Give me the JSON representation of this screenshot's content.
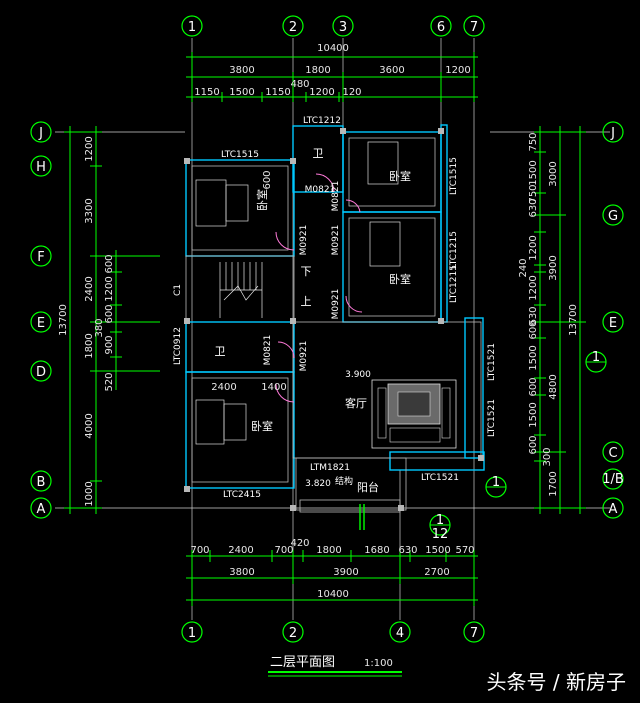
{
  "grid": {
    "top": [
      "1",
      "2",
      "3",
      "6",
      "7"
    ],
    "bottom": [
      "1",
      "2",
      "4",
      "7"
    ],
    "left": [
      "J",
      "H",
      "F",
      "E",
      "D",
      "B",
      "A"
    ],
    "right": [
      "J",
      "G",
      "E",
      "1",
      "C",
      "A"
    ],
    "right_sub": [
      "1/B"
    ],
    "right_row1_sub": "1",
    "bottom_sub": "12"
  },
  "dims_top": {
    "total": "10400",
    "row2": [
      "3800",
      "1800",
      "3600",
      "1200"
    ],
    "row3": [
      "1150",
      "1500",
      "1150",
      "480",
      "1200",
      "120"
    ]
  },
  "dims_bottom": {
    "row1": [
      "700",
      "2400",
      "700",
      "420",
      "1800",
      "1680",
      "630",
      "1500",
      "570"
    ],
    "row2": [
      "3800",
      "3900",
      "2700"
    ],
    "total": "10400"
  },
  "dims_left": {
    "outer": [
      "1200",
      "3300",
      "2400",
      "1800",
      "4000",
      "1000"
    ],
    "inner": [
      "600",
      "1200",
      "600",
      "380",
      "900",
      "520"
    ],
    "total": "13700"
  },
  "dims_right": {
    "inner": [
      "750",
      "1500",
      "630",
      "750",
      "1200",
      "240",
      "1200",
      "630",
      "600",
      "1500",
      "600",
      "1500",
      "600",
      "300"
    ],
    "outer": [
      "3000",
      "3900",
      "4800",
      "1700"
    ],
    "total": "13700"
  },
  "labels": {
    "ltc1212": "LTC1212",
    "ltc1515_left": "LTC1515",
    "ltc1515_right": "LTC1515",
    "ltc1215_a": "LTC1215",
    "ltc1215_b": "LTC1215",
    "m0821_a": "M0821",
    "m0821_b": "M0821",
    "m0921_a": "M0921",
    "m0921_b": "M0921",
    "m0921_c": "M0921",
    "m0821_c": "M0821",
    "m0921_d": "M0921",
    "c1": "C1",
    "ltc0912": "LTC0912",
    "ltc1521_a": "LTC1521",
    "ltc1521_b": "LTC1521",
    "ltc1521_c": "LTC1521",
    "ltm1821": "LTM1821",
    "ltc2415": "LTC2415",
    "dim_2400": "2400",
    "dim_1400": "1400",
    "dim_600": "600",
    "elev_main": "3.900",
    "elev_balcony": "3.820"
  },
  "rooms": {
    "bedroom_nw": "卧室",
    "bedroom_ne": "卧室",
    "bedroom_e": "卧室",
    "bedroom_sw": "卧室",
    "bath_n": "卫",
    "bath_w": "卫",
    "stair_down": "下",
    "stair_up": "上",
    "living": "客厅",
    "balcony": "阳台",
    "balcony_sub": "结构"
  },
  "title": {
    "name": "二层平面图",
    "scale": "1:100"
  },
  "watermark": "头条号 / 新房子",
  "colors": {
    "grid_circle": "#00ff00",
    "wall": "#00c8ff",
    "dim": "#00ff00",
    "grey": "#b8b8b8"
  }
}
